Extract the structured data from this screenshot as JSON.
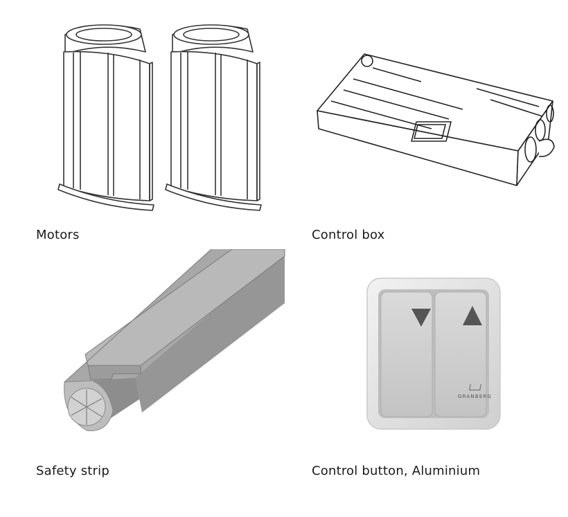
{
  "items": [
    {
      "caption": "Motors",
      "icon": "motors-illustration"
    },
    {
      "caption": "Control box",
      "icon": "control-box-illustration"
    },
    {
      "caption": "Safety strip",
      "icon": "safety-strip-illustration"
    },
    {
      "caption": "Control button, Aluminium",
      "icon": "control-button-illustration",
      "brand": "GRANBERG"
    }
  ]
}
